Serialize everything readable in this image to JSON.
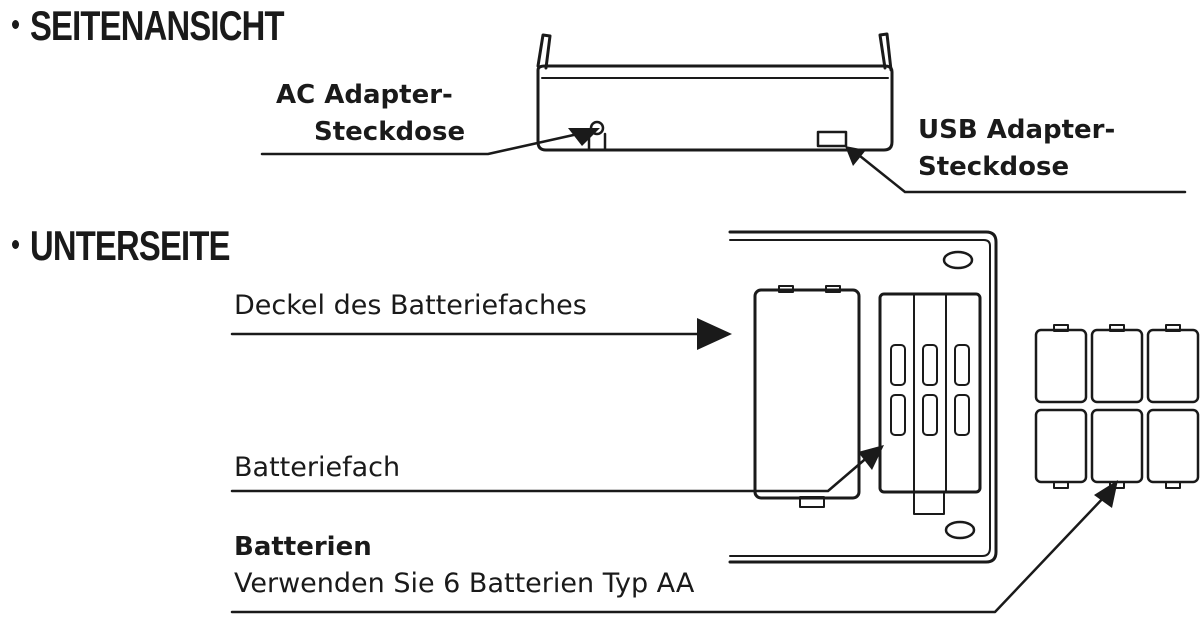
{
  "side_view": {
    "heading": "SEITENANSICHT",
    "ac_label_line1": "AC Adapter-",
    "ac_label_line2": "Steckdose",
    "usb_label_line1": "USB Adapter-",
    "usb_label_line2": "Steckdose"
  },
  "bottom_view": {
    "heading": "UNTERSEITE",
    "cover_label": "Deckel des Batteriefaches",
    "compartment_label": "Batteriefach",
    "batteries_title": "Batterien",
    "batteries_note": "Verwenden Sie 6 Batterien Typ AA"
  },
  "colors": {
    "ink": "#1a1a1a",
    "background": "#ffffff"
  }
}
